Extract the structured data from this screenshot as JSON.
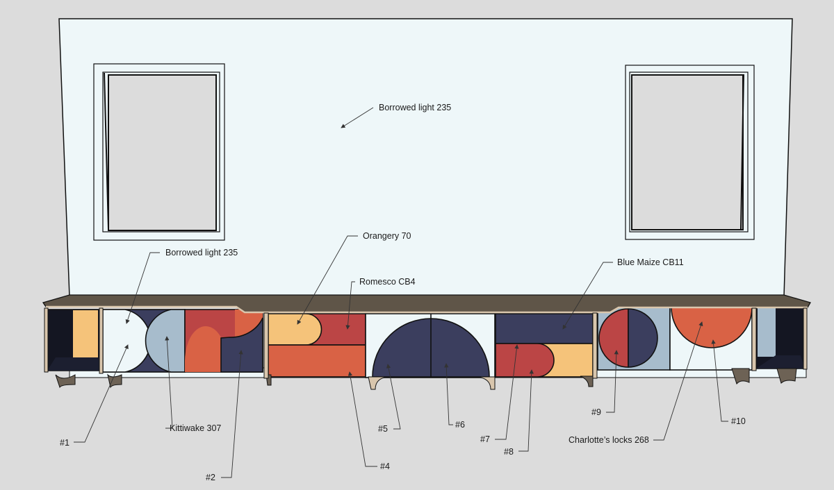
{
  "colors": {
    "background": "#dcdcdc",
    "wall": "#eef7f9",
    "navy": "#3b3e5e",
    "red": "#bb4545",
    "orange": "#d96245",
    "yellow": "#f5c37a",
    "light_blue": "#a7bccc",
    "worktop": "#5f5548",
    "plywood": "#d9c6ad"
  },
  "annotations": {
    "wall_paint": "Borrowed light 235",
    "cabinet_paint": "Borrowed light 235",
    "orangery": "Orangery 70",
    "romesco": "Romesco CB4",
    "blue_maize": "Blue Maize CB11",
    "kittiwake": "Kittiwake 307",
    "charlottes_locks": "Charlotte’s locks 268"
  },
  "doors": [
    "#1",
    "#2",
    "#4",
    "#5",
    "#6",
    "#7",
    "#8",
    "#9",
    "#10"
  ]
}
